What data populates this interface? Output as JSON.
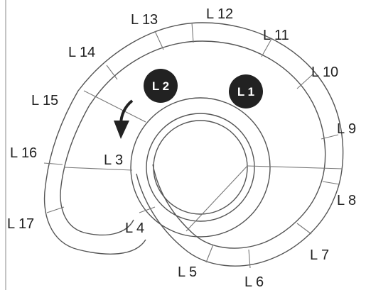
{
  "diagram": {
    "labels": {
      "L1": "L 1",
      "L2": "L 2",
      "L3": "L 3",
      "L4": "L 4",
      "L5": "L 5",
      "L6": "L 6",
      "L7": "L 7",
      "L8": "L 8",
      "L9": "L 9",
      "L10": "L 10",
      "L11": "L 11",
      "L12": "L 12",
      "L13": "L 13",
      "L14": "L 14",
      "L15": "L 15",
      "L16": "L 16",
      "L17": "L 17"
    },
    "colors": {
      "line": "#555555",
      "marker": "#222222",
      "marker_text": "#ffffff"
    }
  }
}
